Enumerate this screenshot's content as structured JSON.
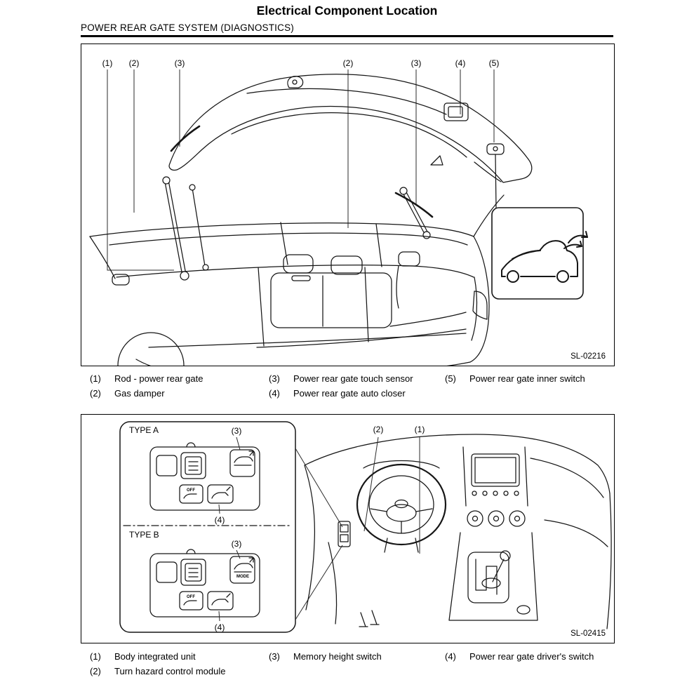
{
  "page": {
    "title": "Electrical Component Location",
    "subtitle": "POWER REAR GATE SYSTEM (DIAGNOSTICS)"
  },
  "figure1": {
    "code": "SL-02216",
    "callouts": [
      "(1)",
      "(2)",
      "(3)",
      "(2)",
      "(3)",
      "(4)",
      "(5)"
    ],
    "legend": [
      {
        "num": "(1)",
        "label": "Rod - power rear gate"
      },
      {
        "num": "(2)",
        "label": "Gas damper"
      },
      {
        "num": "(3)",
        "label": "Power rear gate touch sensor"
      },
      {
        "num": "(4)",
        "label": "Power rear gate auto closer"
      },
      {
        "num": "(5)",
        "label": "Power rear gate inner switch"
      }
    ]
  },
  "figure2": {
    "code": "SL-02415",
    "type_labels": [
      "TYPE A",
      "TYPE B"
    ],
    "callouts": [
      "(3)",
      "(4)",
      "(3)",
      "(4)",
      "(2)",
      "(1)"
    ],
    "button_labels": {
      "off": "OFF",
      "mode": "MODE"
    },
    "legend": [
      {
        "num": "(1)",
        "label": "Body integrated unit"
      },
      {
        "num": "(2)",
        "label": "Turn hazard control module"
      },
      {
        "num": "(3)",
        "label": "Memory height switch"
      },
      {
        "num": "(4)",
        "label": "Power rear gate driver's switch"
      }
    ]
  }
}
